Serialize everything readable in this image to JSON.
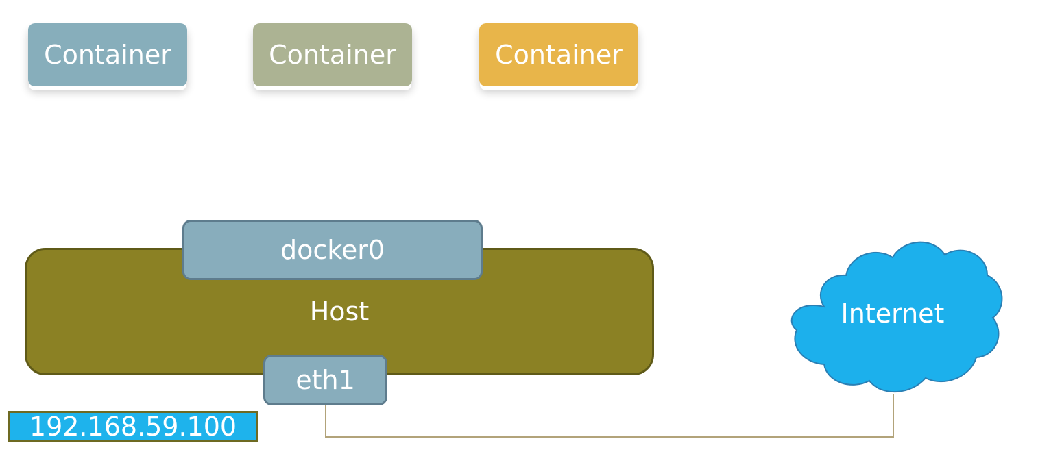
{
  "colors": {
    "container_1": "#87aebb",
    "container_2": "#acb393",
    "container_3": "#e8b54a",
    "host": "#8b8124",
    "interface": "#88adbc",
    "ip_label": "#1eb3ec",
    "internet": "#1cb0ec",
    "link": "#b2a37a"
  },
  "containers": [
    {
      "label": "Container"
    },
    {
      "label": "Container"
    },
    {
      "label": "Container"
    }
  ],
  "host": {
    "label": "Host",
    "bridge_label": "docker0",
    "nic_label": "eth1",
    "ip_address": "192.168.59.100"
  },
  "internet": {
    "label": "Internet",
    "icon": "cloud-icon"
  }
}
